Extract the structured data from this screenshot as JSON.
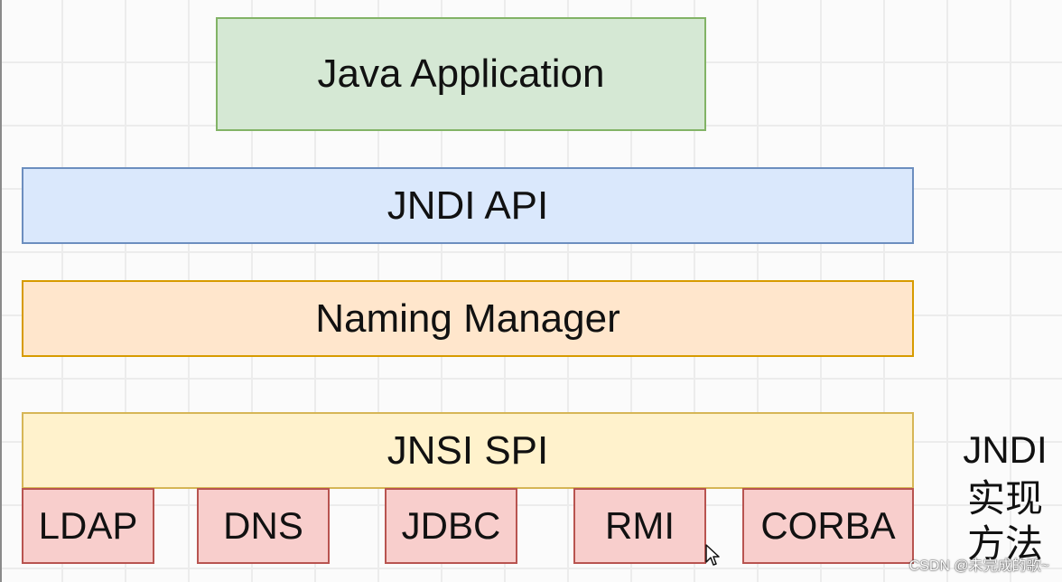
{
  "layers": {
    "java_application": "Java Application",
    "jndi_api": "JNDI API",
    "naming_manager": "Naming Manager",
    "jnsi_spi": "JNSI SPI"
  },
  "implementations": [
    "LDAP",
    "DNS",
    "JDBC",
    "RMI",
    "CORBA"
  ],
  "side_label": [
    "JNDI",
    "实现",
    "方法"
  ],
  "watermark": "CSDN @未完成的歌~",
  "colors": {
    "java_application_fill": "#d5e8d4",
    "jndi_api_fill": "#dae8fc",
    "naming_manager_fill": "#ffe6cc",
    "jnsi_spi_fill": "#fff2cc",
    "implementation_fill": "#f8cecc"
  }
}
